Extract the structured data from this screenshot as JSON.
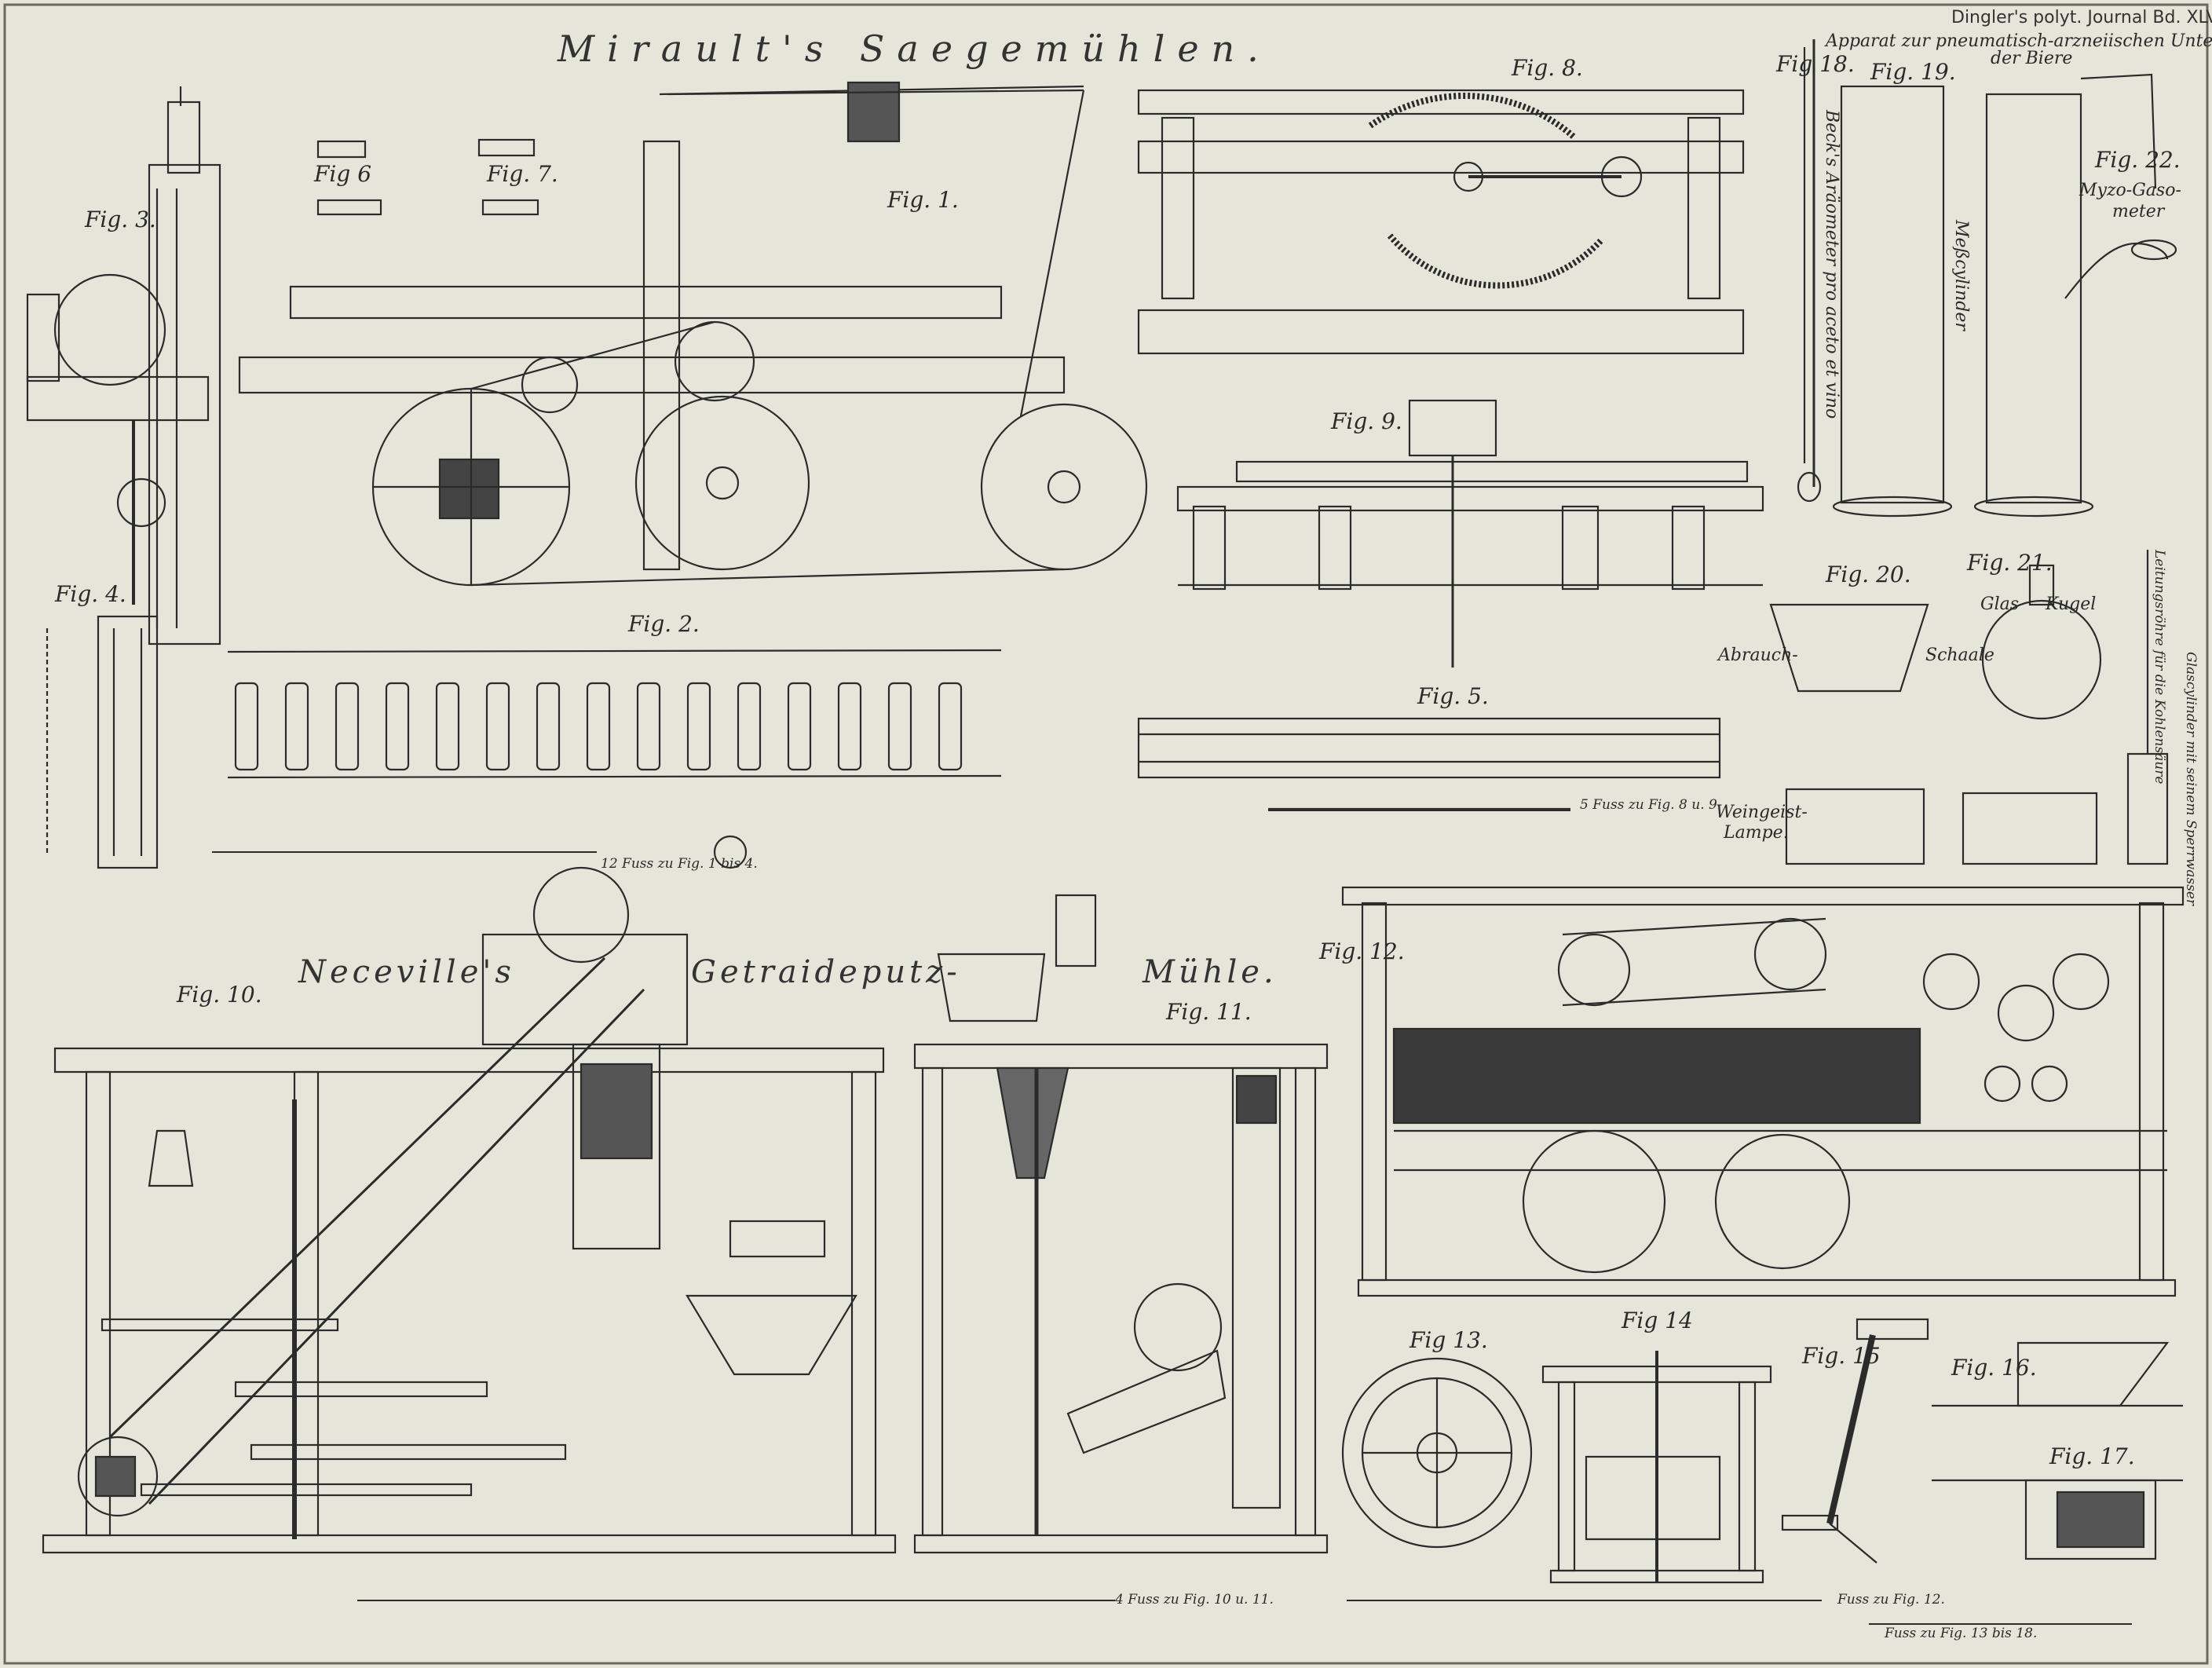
{
  "plate": {
    "header": "Dingler's polyt. Journal Bd. XLVIII. Tab. VI.",
    "title_saw": "Mirault's Saegemühlen.",
    "title_mill_1": "Neceville's",
    "title_mill_2": "Getraideputz-",
    "title_mill_3": "Mühle."
  },
  "figures": {
    "fig1": "Fig. 1.",
    "fig2": "Fig. 2.",
    "fig3": "Fig. 3.",
    "fig4": "Fig. 4.",
    "fig5": "Fig. 5.",
    "fig6": "Fig 6",
    "fig7": "Fig. 7.",
    "fig8": "Fig. 8.",
    "fig9": "Fig. 9.",
    "fig10": "Fig. 10.",
    "fig11": "Fig. 11.",
    "fig12": "Fig. 12.",
    "fig13": "Fig 13.",
    "fig14": "Fig 14",
    "fig15": "Fig. 15",
    "fig16": "Fig. 16.",
    "fig17": "Fig. 17.",
    "fig18": "Fig 18.",
    "fig19": "Fig. 19.",
    "fig20": "Fig. 20.",
    "fig21": "Fig. 21.",
    "fig22": "Fig. 22."
  },
  "apparatus": {
    "title_line1": "Apparat zur pneumatisch-arzneiischen Untersuchung",
    "title_line2": "der Biere",
    "areometer": "Beck's Aräometer pro aceto et vino",
    "cylinder": "Meßcylinder",
    "gasometer_1": "Myzo-Gaso-",
    "gasometer_2": "meter",
    "bowl": "Abrauch-",
    "bowl_2": "Schaale",
    "lamp_1": "Weingeist-",
    "lamp_2": "Lampe.",
    "glass_1": "Glas",
    "glass_2": "Kugel",
    "tube": "Leitungsröhre für die Kohlensäure",
    "cylinder_side": "Glascylinder mit seinem Sperrwasser"
  },
  "scales": {
    "s1": "12 Fuss zu Fig. 1 bis 4.",
    "s2": "5 Fuss zu Fig. 8 u. 9",
    "s3": "4 Fuss zu Fig. 10 u. 11.",
    "s4": "Fuss zu Fig. 12.",
    "s5": "Fuss zu Fig. 13 bis 18."
  },
  "colors": {
    "paper": "#e6e5da",
    "ink": "#2a2a2a"
  }
}
